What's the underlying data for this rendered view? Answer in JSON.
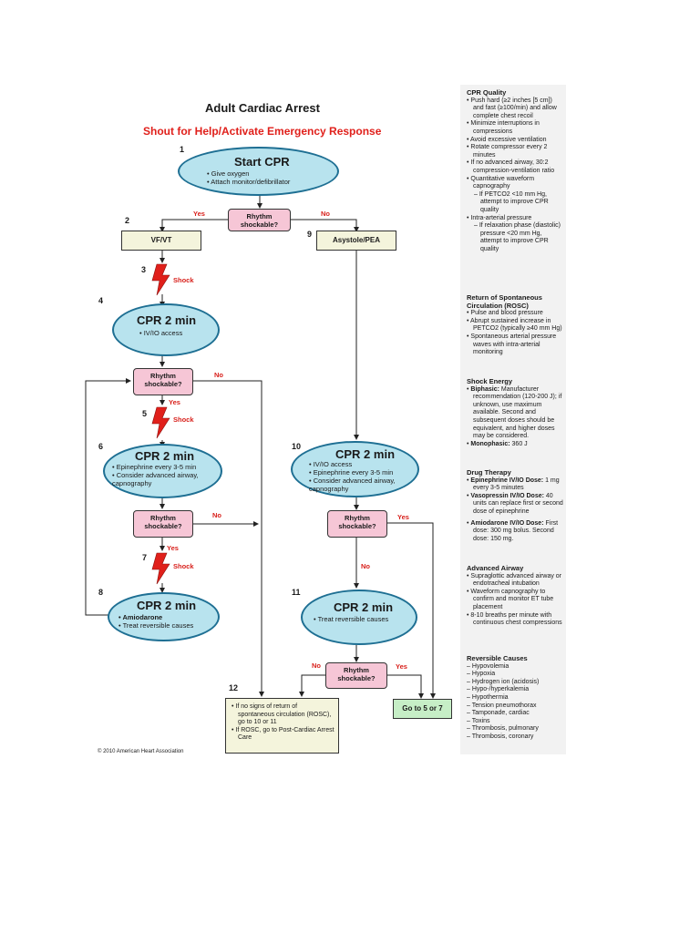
{
  "title": "Adult Cardiac Arrest",
  "subtitle": "Shout for Help/Activate Emergency Response",
  "copyright": "© 2010 American Heart Association",
  "colors": {
    "accent_red": "#e0201b",
    "oval_fill": "#b8e3ee",
    "diamond_fill": "#f6c6d6",
    "rect_fill": "#f4f4dc",
    "goto_fill": "#c6eec6"
  },
  "steps": {
    "n1": "1",
    "n2": "2",
    "n3": "3",
    "n4": "4",
    "n5": "5",
    "n6": "6",
    "n7": "7",
    "n8": "8",
    "n9": "9",
    "n10": "10",
    "n11": "11",
    "n12": "12"
  },
  "start_cpr": {
    "heading": "Start CPR",
    "items": [
      "Give oxygen",
      "Attach monitor/defibrillator"
    ]
  },
  "rhythm": "Rhythm shockable?",
  "yes": "Yes",
  "no": "No",
  "shock": "Shock",
  "vfvt": "VF/VT",
  "asystole": "Asystole/PEA",
  "cpr4": {
    "heading": "CPR 2 min",
    "items": [
      "IV/IO access"
    ]
  },
  "cpr6": {
    "heading": "CPR 2 min",
    "items": [
      "Epinephrine every 3-5 min",
      "Consider advanced airway, capnography"
    ]
  },
  "cpr8": {
    "heading": "CPR 2 min",
    "items": [
      "Amiodarone",
      "Treat reversible causes"
    ]
  },
  "cpr10": {
    "heading": "CPR 2 min",
    "items": [
      "IV/IO access",
      "Epinephrine every 3-5 min",
      "Consider advanced airway, capnography"
    ]
  },
  "cpr11": {
    "heading": "CPR 2 min",
    "items": [
      "Treat reversible causes"
    ]
  },
  "goto": "Go to 5 or 7",
  "box12": [
    "If no signs of return of spontaneous circulation (ROSC), go to 10 or 11",
    "If ROSC, go to Post-Cardiac Arrest Care"
  ],
  "sidebar": {
    "cpr_quality": {
      "heading": "CPR Quality",
      "items": [
        "Push hard (≥2 inches [5 cm]) and fast (≥100/min) and allow complete chest recoil",
        "Minimize interruptions in compressions",
        "Avoid excessive ventilation",
        "Rotate compressor every 2 minutes",
        "If no advanced airway, 30:2 compression-ventilation ratio",
        "Quantitative waveform capnography"
      ],
      "sub1": "If PETCO2 <10 mm Hg, attempt to improve CPR quality",
      "item_last": "Intra-arterial pressure",
      "sub2": "If relaxation phase (diastolic) pressure <20 mm Hg, attempt to improve CPR quality"
    },
    "rosc": {
      "heading": "Return of Spontaneous Circulation (ROSC)",
      "items": [
        "Pulse and blood pressure",
        "Abrupt sustained increase in PETCO2 (typically ≥40 mm Hg)",
        "Spontaneous arterial pressure waves with intra-arterial monitoring"
      ]
    },
    "shock_energy": {
      "heading": "Shock Energy",
      "biphasic_label": "Biphasic:",
      "biphasic_text": "Manufacturer recommendation (120-200 J); if unknown, use maximum available. Second and subsequent doses should be equivalent, and higher doses may be considered.",
      "monophasic_label": "Monophasic:",
      "monophasic_text": "360 J"
    },
    "drug": {
      "heading": "Drug Therapy",
      "epi_label": "Epinephrine IV/IO Dose:",
      "epi_text": "1 mg every 3-5 minutes",
      "vaso_label": "Vasopressin IV/IO Dose:",
      "vaso_text": "40 units can replace first or second dose of epinephrine",
      "amio_label": "Amiodarone IV/IO Dose:",
      "amio_text": "First dose: 300 mg bolus. Second dose: 150 mg."
    },
    "airway": {
      "heading": "Advanced Airway",
      "items": [
        "Supraglottic advanced airway or endotracheal intubation",
        "Waveform capnography to confirm and monitor ET tube placement",
        "8-10 breaths per minute with continuous chest compressions"
      ]
    },
    "causes": {
      "heading": "Reversible Causes",
      "items": [
        "Hypovolemia",
        "Hypoxia",
        "Hydrogen ion (acidosis)",
        "Hypo-/hyperkalemia",
        "Hypothermia",
        "Tension pneumothorax",
        "Tamponade, cardiac",
        "Toxins",
        "Thrombosis, pulmonary",
        "Thrombosis, coronary"
      ]
    }
  }
}
